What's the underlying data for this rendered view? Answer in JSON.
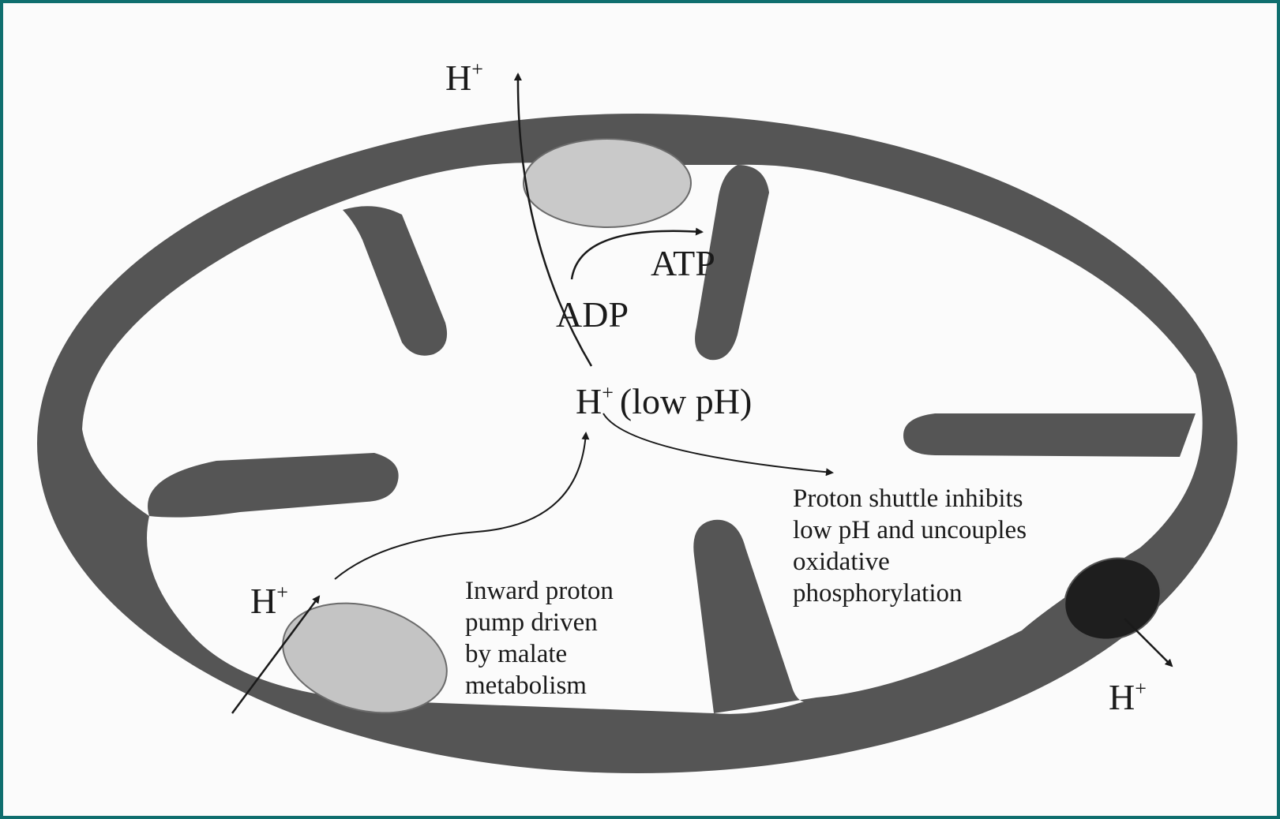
{
  "labels": {
    "h_out_top": "H",
    "h_out_bottom_right": "H",
    "h_in_left": "H",
    "h_center": "H",
    "plus": "+",
    "low_ph": "(low pH)",
    "atp": "ATP",
    "adp": "ADP",
    "inward_pump": [
      "Inward proton",
      "pump driven",
      "by malate",
      "metabolism"
    ],
    "shuttle": [
      "Proton shuttle inhibits",
      "low pH and uncouples",
      "oxidative",
      "phosphorylation"
    ]
  },
  "colors": {
    "membrane": "#555555",
    "atp_synthase": "#c9c9c9",
    "inward_pump_complex": "#c4c4c4",
    "proton_shuttle": "#1e1e1e",
    "background": "#fbfbfb",
    "frame": "#0f6e6e"
  }
}
